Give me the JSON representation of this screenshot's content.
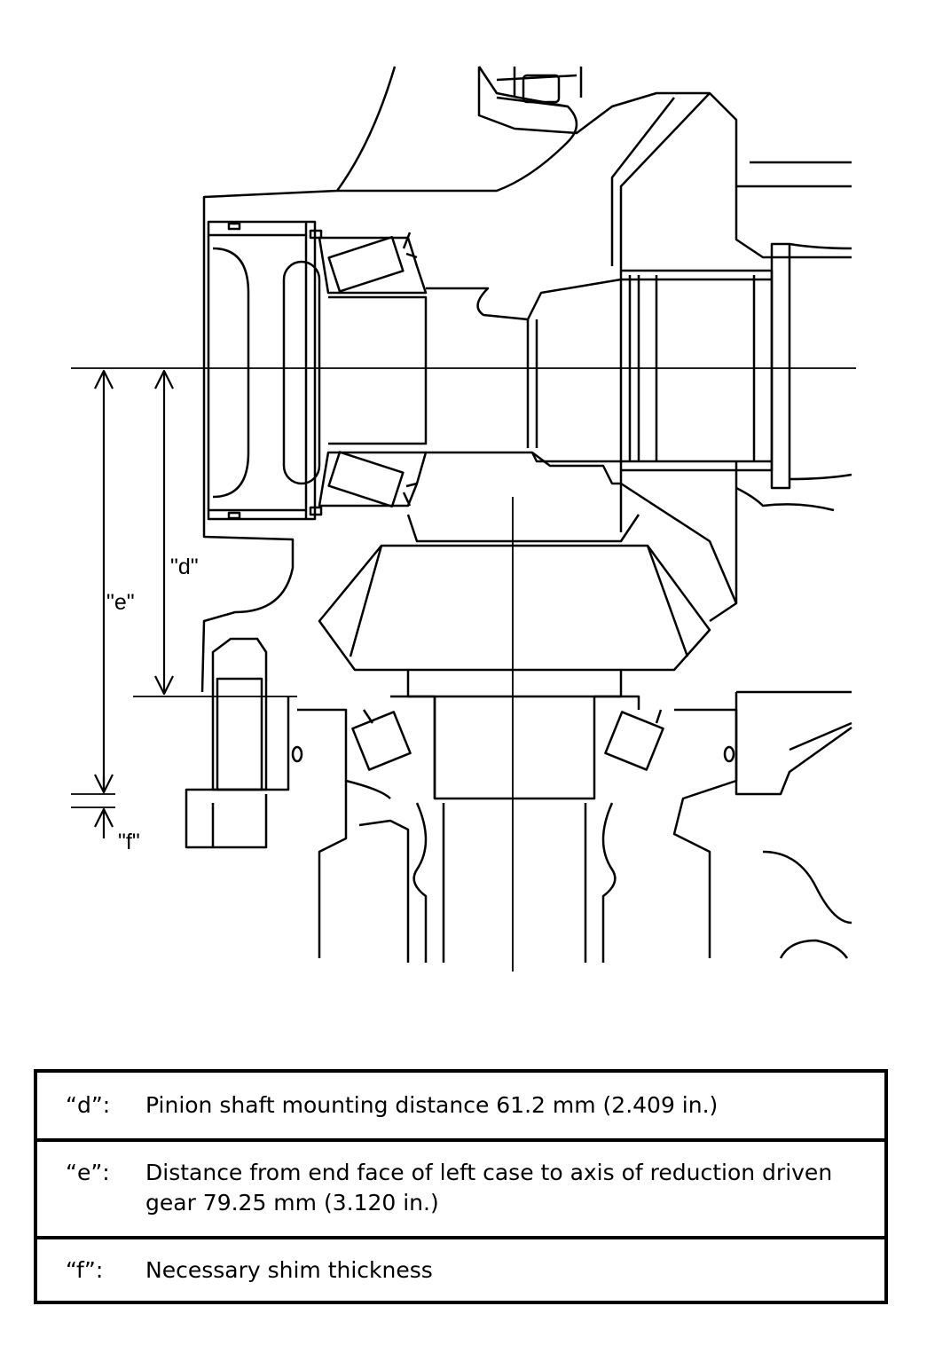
{
  "diagram": {
    "labels": {
      "d": "\"d\"",
      "e": "\"e\"",
      "f": "\"f\""
    }
  },
  "legend": {
    "rows": [
      {
        "key": "“d”:",
        "text": "Pinion shaft mounting distance 61.2 mm (2.409 in.)"
      },
      {
        "key": "“e”:",
        "text": "Distance from end face of left case to axis of reduction driven gear 79.25 mm (3.120 in.)"
      },
      {
        "key": "“f”:",
        "text": "Necessary shim thickness"
      }
    ]
  }
}
